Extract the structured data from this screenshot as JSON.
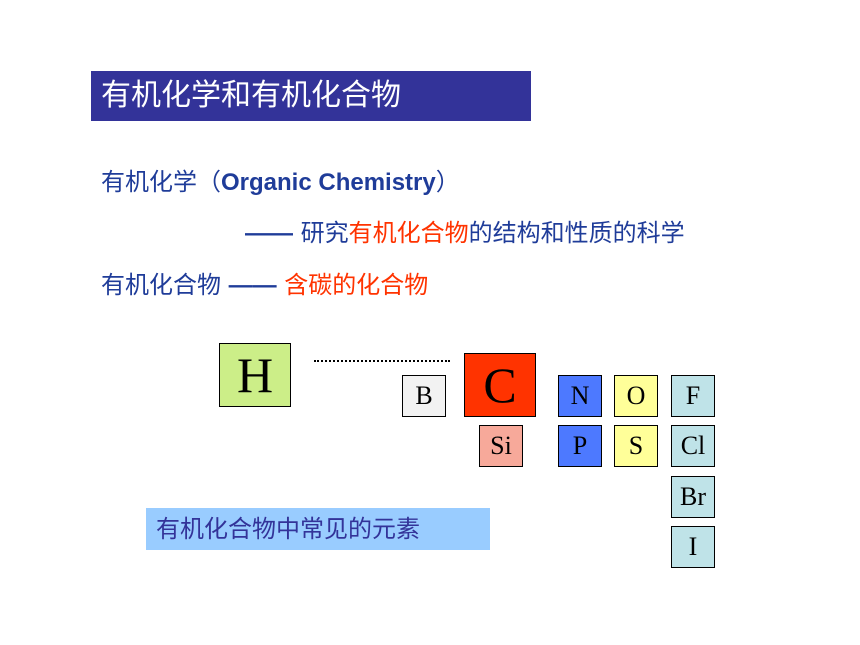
{
  "title": "有机化学和有机化合物",
  "line1": {
    "term": "有机化学（",
    "english": "Organic Chemistry",
    "close": "）"
  },
  "line2": {
    "dash": "——",
    "prefix": " 研究",
    "highlight": "有机化合物",
    "suffix": "的结构和性质的科学"
  },
  "line3": {
    "term": "有机化合物 ",
    "dash": "——",
    "definition": "  含碳的化合物"
  },
  "elements": {
    "h": "H",
    "b": "B",
    "c": "C",
    "si": "Si",
    "n": "N",
    "o": "O",
    "f": "F",
    "p": "P",
    "s": "S",
    "cl": "Cl",
    "br": "Br",
    "i": "I"
  },
  "caption": "有机化合物中常见的元素",
  "colors": {
    "title_bg": "#333399",
    "text_blue": "#1f3c99",
    "highlight_red": "#ff3300",
    "hydrogen": "#ccee88",
    "carbon": "#ff3300",
    "silicon": "#f7a99a",
    "group15": "#4d79ff",
    "group16": "#ffff99",
    "halogen": "#bfe3e8",
    "boron": "#f2f2f2",
    "caption_bg": "#99ccff"
  }
}
